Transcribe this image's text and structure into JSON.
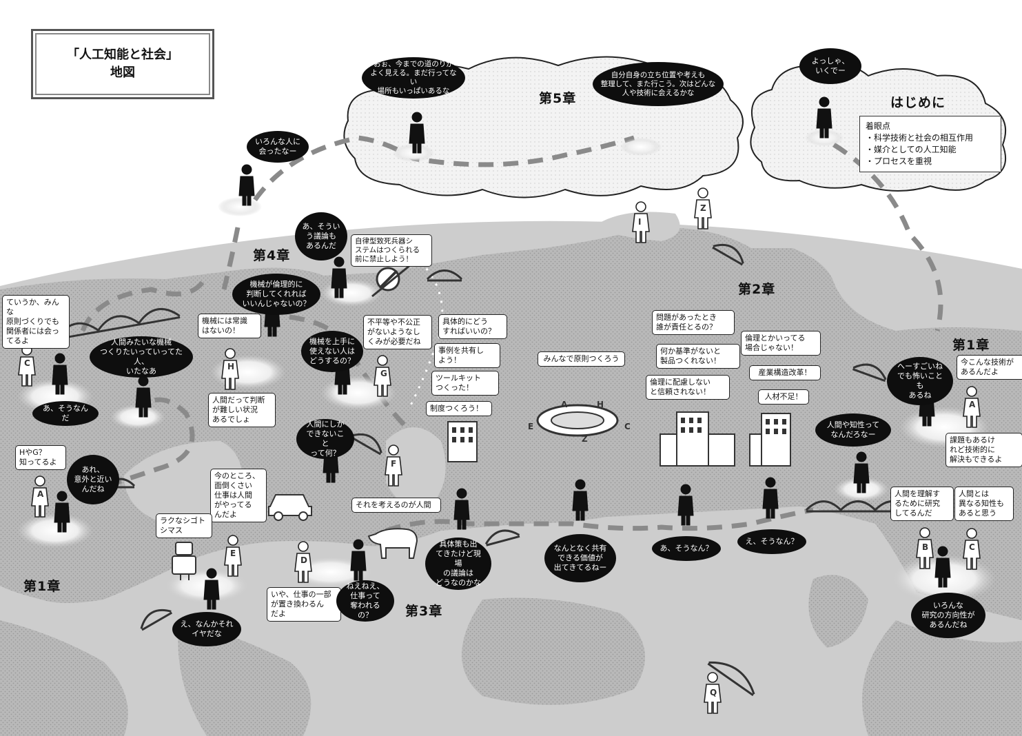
{
  "title": {
    "line1": "「人工知能と社会」",
    "line2": "地図"
  },
  "chapters": {
    "ch1_left": "第1章",
    "ch1_right": "第1章",
    "ch2": "第2章",
    "ch3": "第3章",
    "ch4": "第4章",
    "ch5": "第5章",
    "intro": "はじめに"
  },
  "intro": {
    "bubble": "よっしゃ、\nいくでー",
    "focus": "着眼点\n・科学技術と社会の相互作用\n・媒介としての人工知能\n・プロセスを重視"
  },
  "ch5": {
    "bubble_telescope": "おぉ、今までの道のりが\nよく見える。まだ行ってない\n場所もいっぱいあるな",
    "bubble_sitting": "自分自身の立ち位置や考えも\n整理して、また行こう。次はどんな\n人や技術に会えるかな"
  },
  "transit": {
    "bubble": "いろんな人に\n会ったなー"
  },
  "ch4": {
    "weapons": "自律型致死兵器シ\nステムはつくられる\n前に禁止しよう！",
    "that_debate": "あ、そうい\nう議論も\nあるんだ",
    "ethics_machine": "機械が倫理的に\n判断してくれれば\nいいんじゃないの？",
    "common_sense": "機械には常識\nはないの！",
    "humans_too": "人間だって判断\nが難しい状況\nあるでしょ",
    "want_machine": "人間みたいな機械\nつくりたいっていってた人、\nいたなあ",
    "unfair": "不平等や不公正\nがないようなし\nくみが必要だね",
    "cant_use": "機械を上手に\n使えない人は\nどうするの？",
    "only_humans": "人間にしか\nできないこと\nって何？",
    "think_human": "それを考えるのが人間",
    "concrete": "具体的にどう\nすればいいの？",
    "share": "事例を共有し\nよう！",
    "toolkit": "ツールキット\nつくった！",
    "system": "制度つくろう！"
  },
  "ch2": {
    "principles": "みんなで原則つくろう",
    "responsibility": "問題があったとき\n誰が責任とるの？",
    "standard": "何か基準がないと\n製品つくれない！",
    "trust": "倫理に配慮しない\nと信頼されない！",
    "ethics_time": "倫理とかいってる\n場合じゃない！",
    "reform": "産業構造改革！",
    "shortage": "人材不足！",
    "shared_value": "なんとなく共有\nできる価値が\n出てきてるねー",
    "oh_really1": "あ、そうなん？",
    "oh_really2": "え、そうなん？"
  },
  "ch3": {
    "bothersome": "今のところ、\n面倒くさい\n仕事は人間\nがやってる\nんだよ",
    "easy_job": "ラクなシゴト\nシマス",
    "dislike": "え、なんかそれ\nイヤだな",
    "replaced": "いや、仕事の一部\nが置き換わるん\nだよ",
    "stolen": "ねえねえ、\n仕事って\n奪われるの？",
    "field": "具体策も出\nてきたけど現場\nの議論は\nどうなのかな"
  },
  "ch1_left": {
    "principles_talk": "ていうか、みんな\n原則づくりでも\n関係者には会っ\nてるよ",
    "i_see": "あ、そうなんだ",
    "know_hg": "HやG？\n知ってるよ",
    "close": "あれ、\n意外と近い\nんだね"
  },
  "ch1_right": {
    "scary": "へーすごいね\nでも怖いことも\nあるね",
    "tech": "今こんな技術が\nあるんだよ",
    "problems": "課題もあるけ\nれど技術的に\n解決もできるよ",
    "what_human": "人間や知性って\nなんだろなー",
    "research": "人間を理解す\nるために研究\nしてるんだ",
    "different": "人間とは\n異なる知性も\nあると思う",
    "directions": "いろんな\n研究の方向性が\nあるんだね"
  },
  "letters": [
    "A",
    "B",
    "C",
    "D",
    "E",
    "F",
    "G",
    "H",
    "I",
    "Z",
    "Q"
  ]
}
